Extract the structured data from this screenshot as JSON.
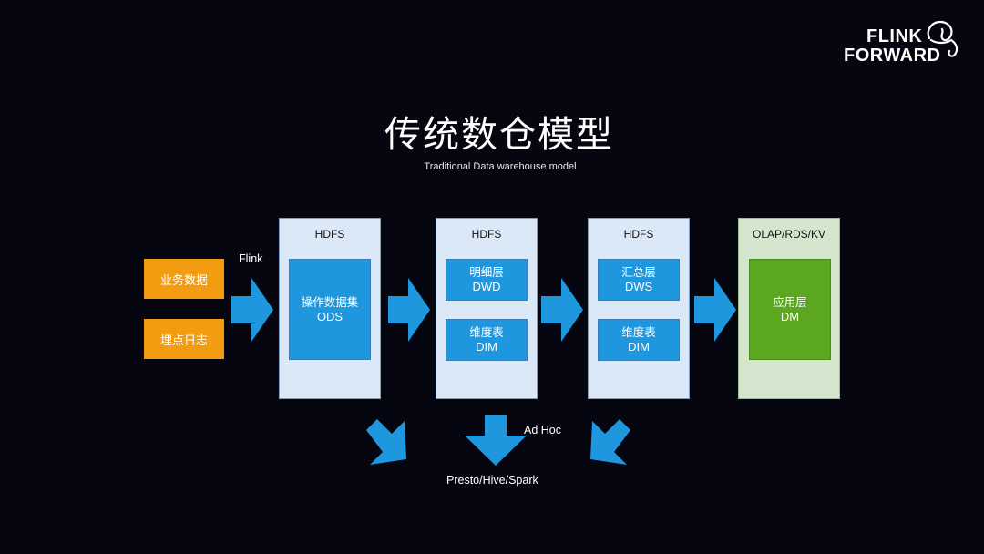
{
  "logo": {
    "line1": "FLINK",
    "line2": "FORWARD",
    "icon": "squirrel-icon"
  },
  "title": "传统数仓模型",
  "subtitle": "Traditional Data warehouse model",
  "colors": {
    "background": "#05060f",
    "source": "#f39c12",
    "stage": "#dbe8f8",
    "stage_app": "#d5e6cf",
    "layer": "#1f97de",
    "layer_app": "#5ba720",
    "arrow": "#1f97de"
  },
  "sources": [
    {
      "label": "业务数据"
    },
    {
      "label": "埋点日志"
    }
  ],
  "flink_label": "Flink",
  "stages": [
    {
      "label": "HDFS",
      "layers": [
        {
          "cn": "操作数据集",
          "en": "ODS"
        }
      ]
    },
    {
      "label": "HDFS",
      "layers": [
        {
          "cn": "明细层",
          "en": "DWD"
        },
        {
          "cn": "维度表",
          "en": "DIM"
        }
      ]
    },
    {
      "label": "HDFS",
      "layers": [
        {
          "cn": "汇总层",
          "en": "DWS"
        },
        {
          "cn": "维度表",
          "en": "DIM"
        }
      ]
    },
    {
      "label": "OLAP/RDS/KV",
      "layers": [
        {
          "cn": "应用层",
          "en": "DM"
        }
      ]
    }
  ],
  "adhoc_label": "Ad Hoc",
  "query_engines_label": "Presto/Hive/Spark"
}
